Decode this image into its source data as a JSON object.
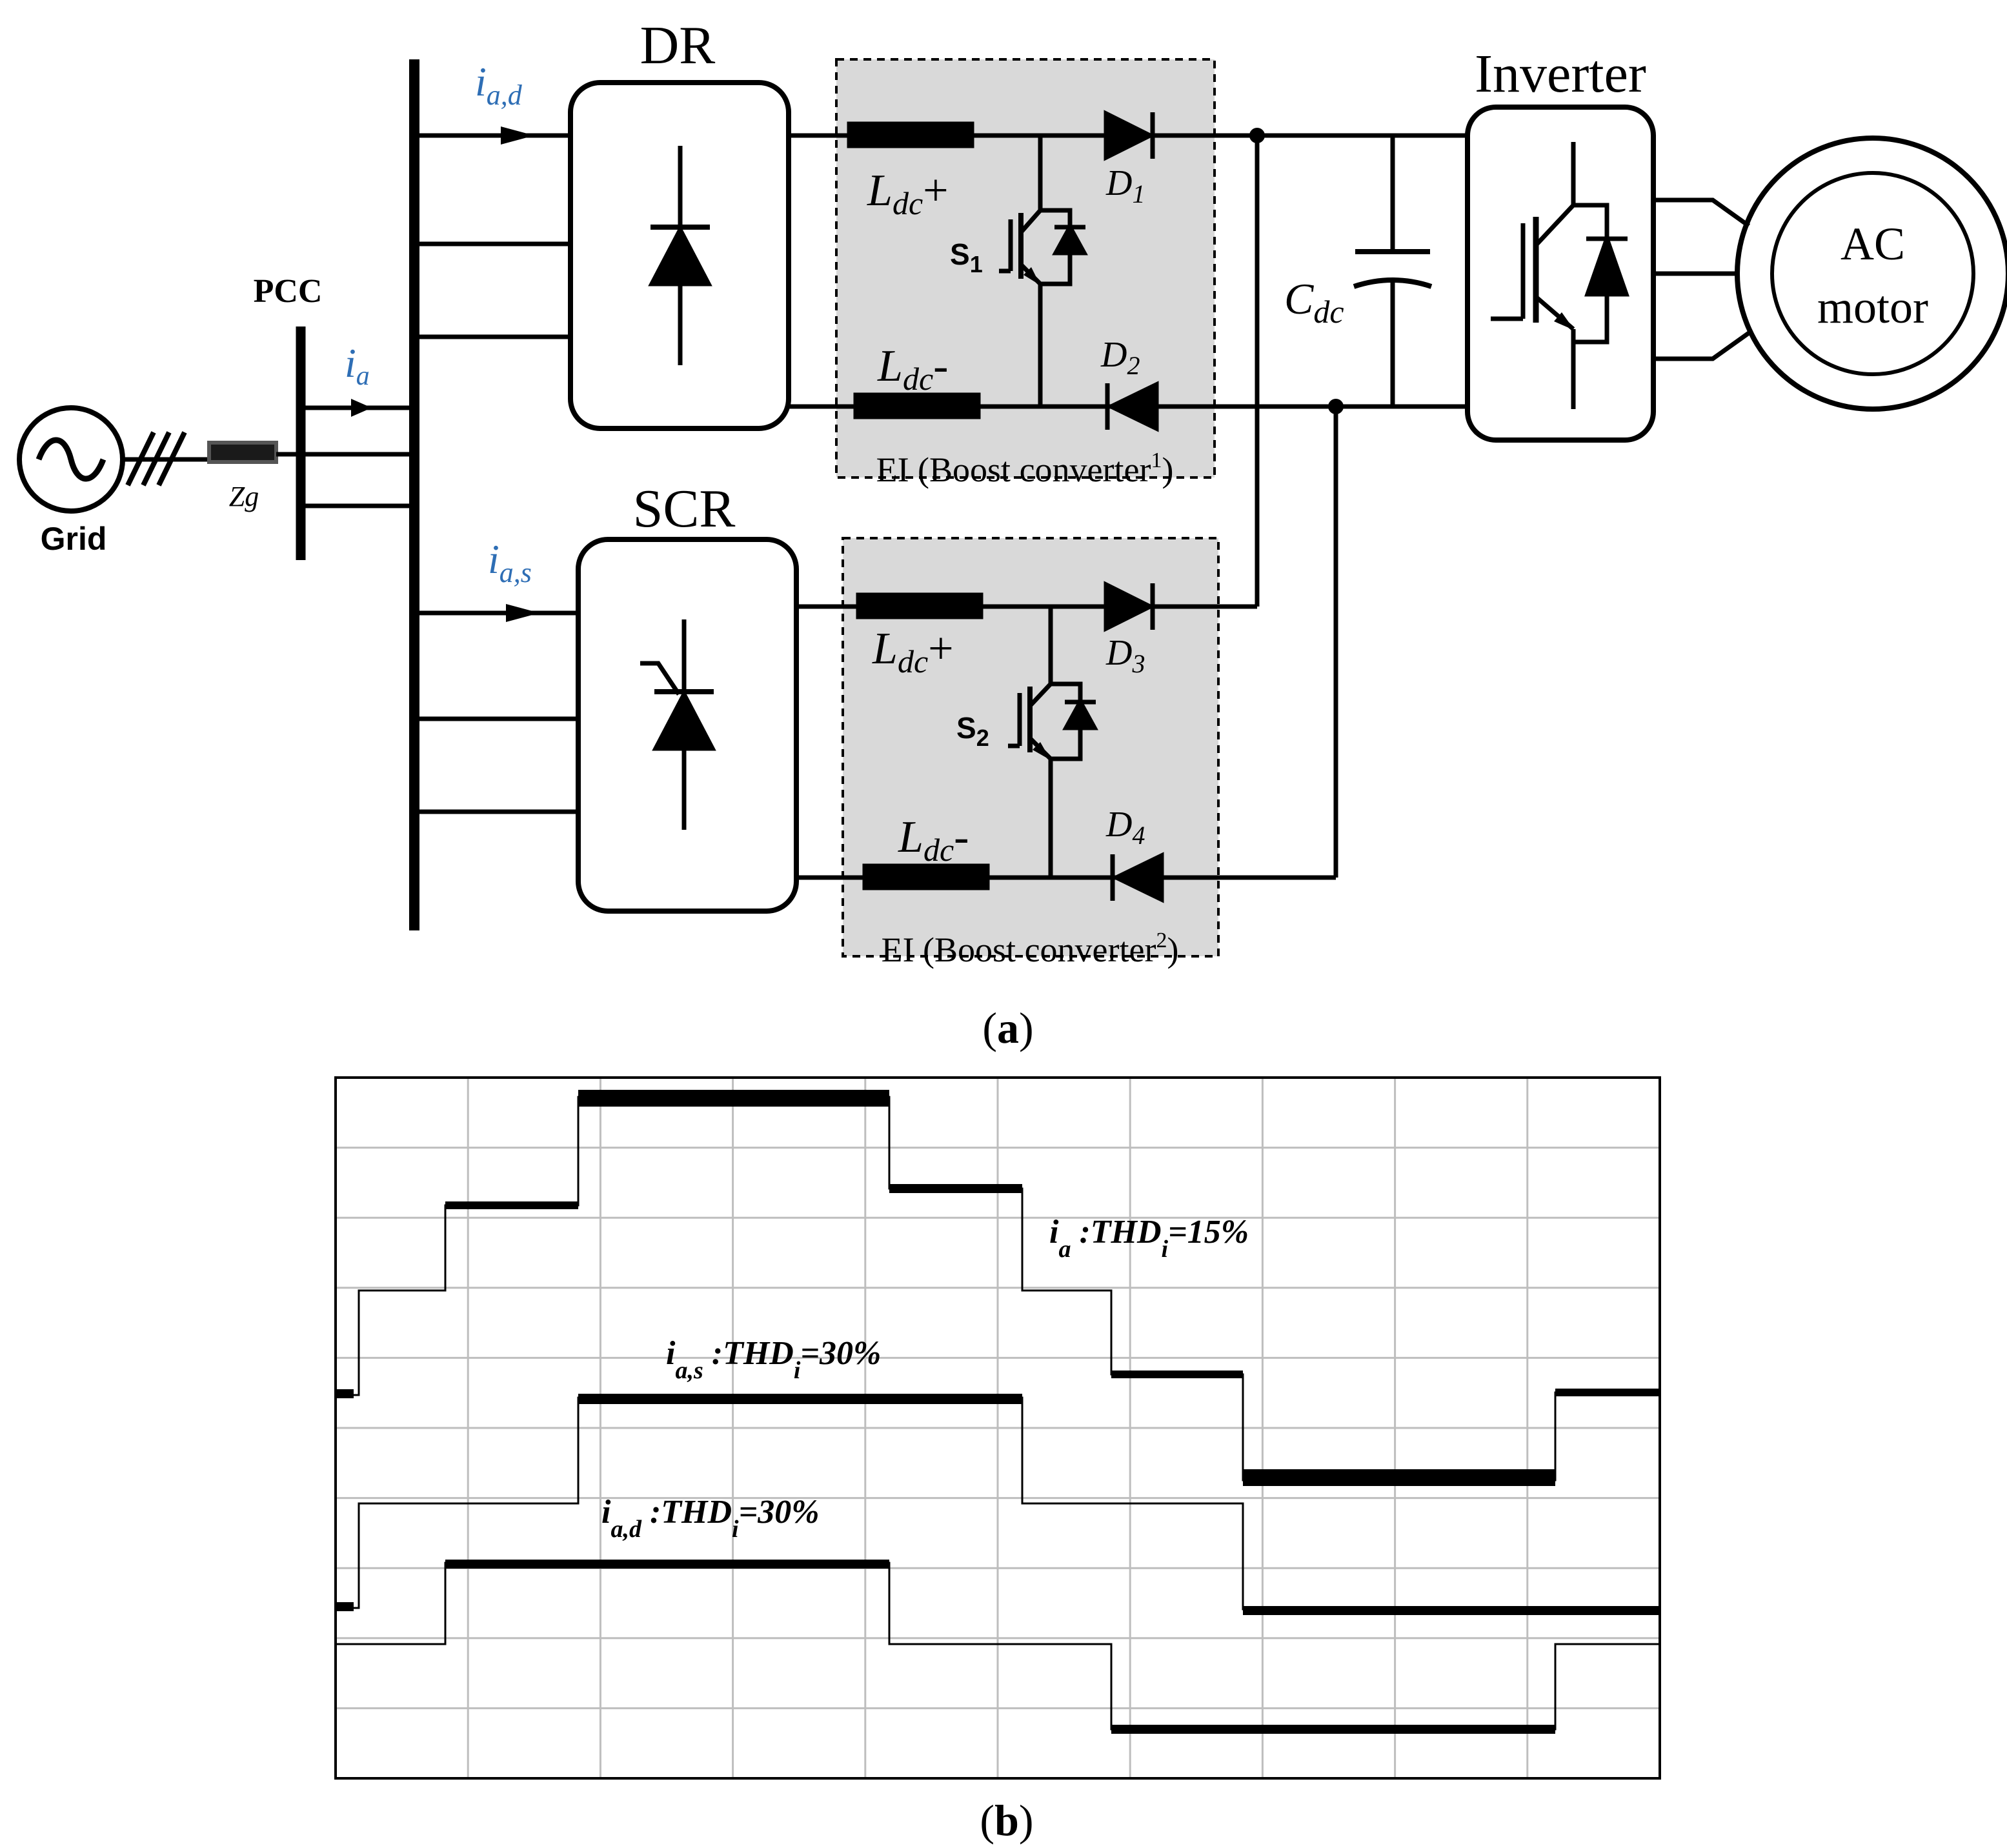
{
  "colors": {
    "line": "#000000",
    "label_blue": "#2E6EB5",
    "boost_fill": "#D9D9D9",
    "grid": "#BEBEBE",
    "background": "#FFFFFF"
  },
  "circuit": {
    "grid_label": "Grid",
    "pcc_label": "PCC",
    "zg_label": "Zg",
    "current_ia": {
      "base": "i",
      "sub": "a"
    },
    "current_iad": {
      "base": "i",
      "sub": "a,d"
    },
    "current_ias": {
      "base": "i",
      "sub": "a,s"
    },
    "dr_label": "DR",
    "scr_label": "SCR",
    "inverter_label": "Inverter",
    "motor_line1": "AC",
    "motor_line2": "motor",
    "cdc": {
      "base": "C",
      "sub": "dc"
    },
    "boost1": {
      "ldc_plus": {
        "base": "L",
        "sub": "dc",
        "suffix": "+"
      },
      "ldc_minus": {
        "base": "L",
        "sub": "dc",
        "suffix": "-"
      },
      "switch": {
        "base": "S",
        "sub": "1"
      },
      "diode_top": {
        "base": "D",
        "sub": "1"
      },
      "diode_bottom": {
        "base": "D",
        "sub": "2"
      },
      "caption": "EI (Boost converter",
      "caption_sup": "1",
      "caption_end": ")"
    },
    "boost2": {
      "ldc_plus": {
        "base": "L",
        "sub": "dc",
        "suffix": "+"
      },
      "ldc_minus": {
        "base": "L",
        "sub": "dc",
        "suffix": "-"
      },
      "switch": {
        "base": "S",
        "sub": "2"
      },
      "diode_top": {
        "base": "D",
        "sub": "3"
      },
      "diode_bottom": {
        "base": "D",
        "sub": "4"
      },
      "caption": "EI (Boost converter",
      "caption_sup": "2",
      "caption_end": ")"
    }
  },
  "captions": {
    "a": {
      "open": "(",
      "letter": "a",
      "close": ")"
    },
    "b": {
      "open": "(",
      "letter": "b",
      "close": ")"
    }
  },
  "waveform_labels": {
    "ia": {
      "i": "i",
      "sub": "a",
      "mid": " :THD",
      "sub2": "i",
      "end": "=15%"
    },
    "ias": {
      "i": "i",
      "sub": "a,s",
      "mid": " :THD",
      "sub2": "i",
      "end": "=30%"
    },
    "iad": {
      "i": "i",
      "sub": "a,d",
      "mid": " :THD",
      "sub2": "i",
      "end": "=30%"
    }
  }
}
